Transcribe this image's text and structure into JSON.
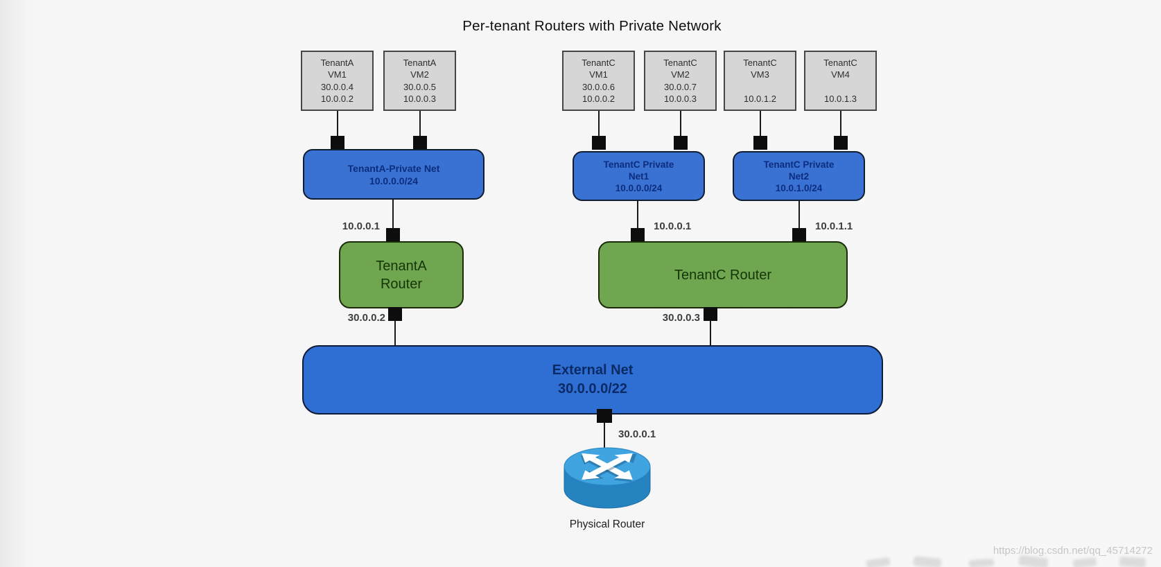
{
  "title": "Per-tenant Routers with Private Network",
  "vms": [
    {
      "id": "tenant-a-vm1",
      "text": "TenantA\nVM1\n30.0.0.4\n10.0.0.2"
    },
    {
      "id": "tenant-a-vm2",
      "text": "TenantA\nVM2\n30.0.0.5\n10.0.0.3"
    },
    {
      "id": "tenant-c-vm1",
      "text": "TenantC\nVM1\n30.0.0.6\n10.0.0.2"
    },
    {
      "id": "tenant-c-vm2",
      "text": "TenantC\nVM2\n30.0.0.7\n10.0.0.3"
    },
    {
      "id": "tenant-c-vm3",
      "text": "TenantC\nVM3\n\n10.0.1.2"
    },
    {
      "id": "tenant-c-vm4",
      "text": "TenantC\nVM4\n\n10.0.1.3"
    }
  ],
  "private_nets": [
    {
      "id": "tenant-a-private-net",
      "text": "TenantA-Private Net\n10.0.0.0/24"
    },
    {
      "id": "tenant-c-private-net1",
      "text": "TenantC Private\nNet1\n10.0.0.0/24"
    },
    {
      "id": "tenant-c-private-net2",
      "text": "TenantC Private\nNet2\n10.0.1.0/24"
    }
  ],
  "routers": [
    {
      "id": "tenant-a-router",
      "text": "TenantA\nRouter"
    },
    {
      "id": "tenant-c-router",
      "text": "TenantC Router"
    }
  ],
  "interface_ips": {
    "tenant_a_router_private": "10.0.0.1",
    "tenant_c_router_private1": "10.0.0.1",
    "tenant_c_router_private2": "10.0.1.1",
    "tenant_a_router_external": "30.0.0.2",
    "tenant_c_router_external": "30.0.0.3",
    "physical_router_external": "30.0.0.1"
  },
  "external_net": {
    "text": "External Net\n30.0.0.0/22"
  },
  "physical_router": {
    "label": "Physical Router"
  },
  "watermark": "https://blog.csdn.net/qq_45714272",
  "colors": {
    "net_fill": "#3a72d4",
    "net_text": "#0c2d7d",
    "router_fill": "#6fa64f",
    "router_text": "#153507",
    "vm_fill": "#d6d6d6",
    "external_text": "#0a2a66",
    "connector_black": "#0d0d0d",
    "router_icon_top": "#3fa4e0",
    "router_icon_side": "#2583c0",
    "background": "#f6f6f6"
  }
}
